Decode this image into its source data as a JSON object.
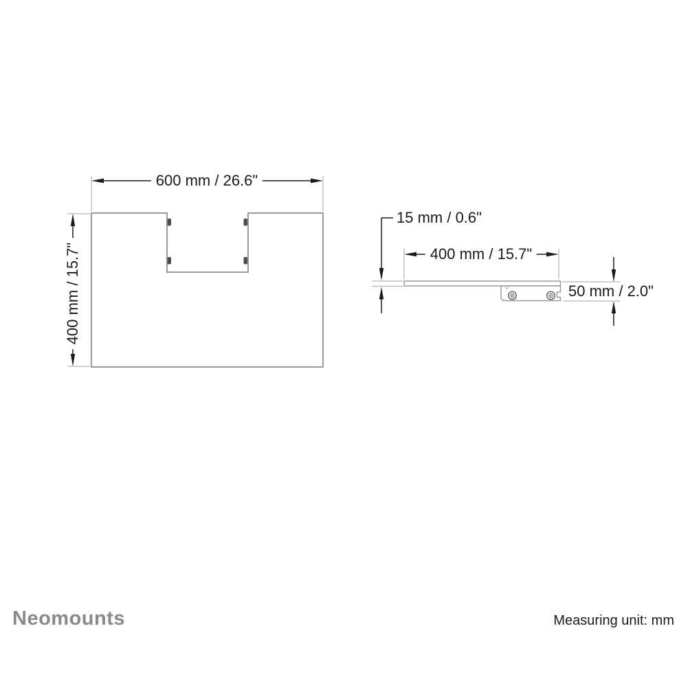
{
  "diagram": {
    "title": "shelf-dimension-drawing",
    "top_view": {
      "width_label": "600 mm / 26.6\"",
      "height_label": "400 mm / 15.7\""
    },
    "side_view": {
      "thickness_label": "15 mm / 0.6\"",
      "depth_label": "400 mm / 15.7\"",
      "height_label": "50 mm / 2.0\""
    }
  },
  "footer": {
    "brand": "Neomounts",
    "unit_note": "Measuring unit: mm"
  },
  "colors": {
    "background": "#ffffff",
    "part_outline_gray": "#9a9a9a",
    "extension_line_gray": "#b3b3b3",
    "dimension_black": "#1a1a1a",
    "clip_dark_gray": "#4d4d4d",
    "screw_gray": "#5a5a5a",
    "brand_gray": "#8a8a8a"
  }
}
